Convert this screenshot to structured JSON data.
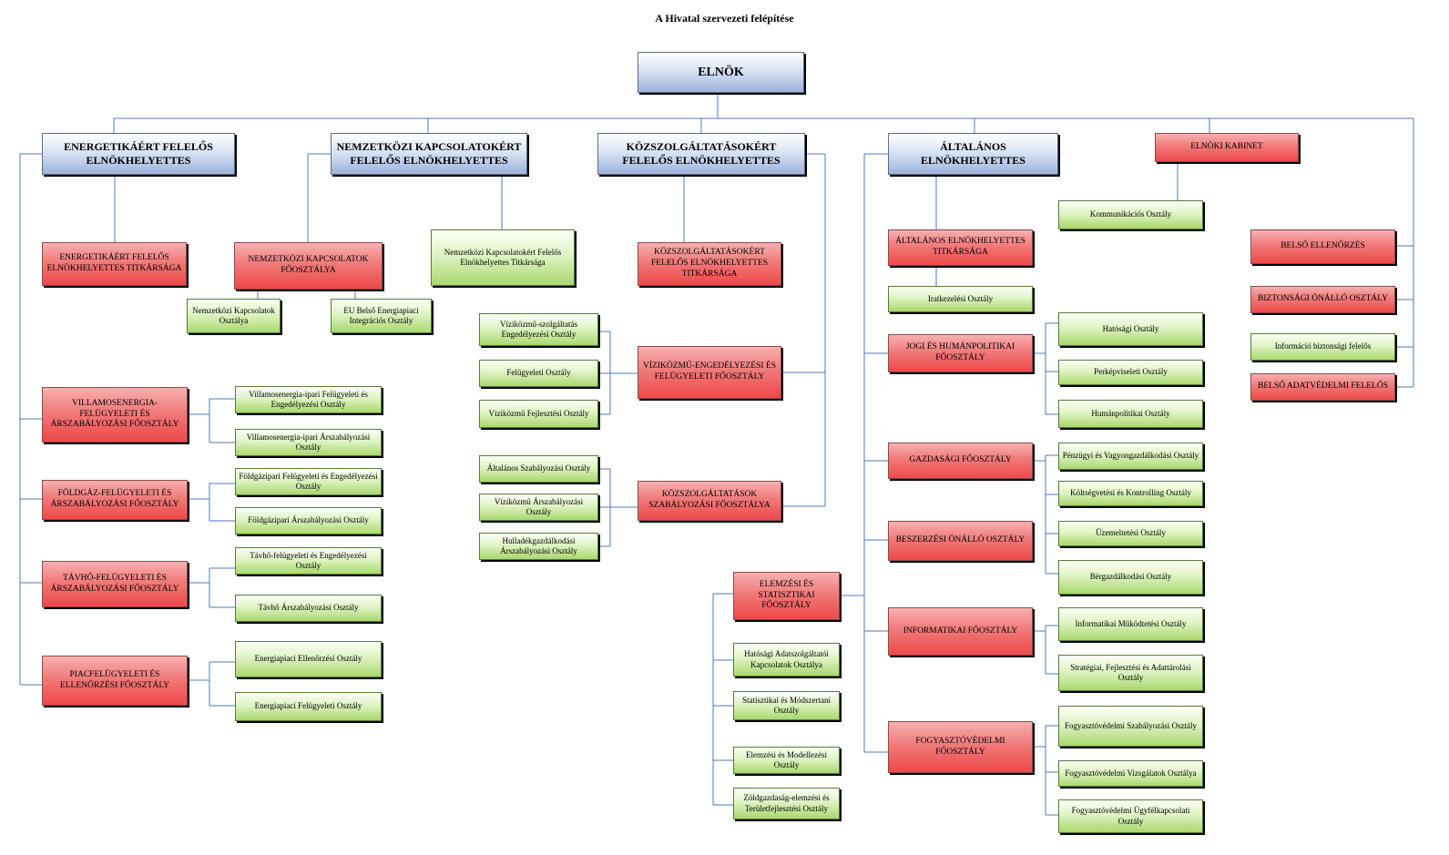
{
  "title": "A Hivatal szervezeti felépítése",
  "nodes": {
    "elnok": "ELNÖK",
    "vp_energia": "ENERGETIKÁÉRT FELELŐS ELNÖKHELYETTES",
    "vp_nemzetkozi": "NEMZETKÖZI KAPCSOLATOKÉRT FELELŐS ELNÖKHELYETTES",
    "vp_kozszolg": "KÖZSZOLGÁLTATÁSOKÉRT FELELŐS ELNÖKHELYETTES",
    "vp_altalanos": "ÁLTALÁNOS ELNÖKHELYETTES",
    "elnoki_kabinet": "ELNÖKI KABINET",
    "kommunikacios": "Kommunikációs Osztály",
    "belso_ellenorzes": "BELSŐ ELLENŐRZÉS",
    "biztonsagi": "BIZTONSÁGI ÖNÁLLÓ OSZTÁLY",
    "informacio_bizt": "Információ biztonsági felelős",
    "adatvedelmi": "BELSŐ ADATVÉDELMI FELELŐS",
    "energia_titkarsag": "ENERGETIKÁÉRT FELELŐS ELNÖKHELYETTES TITKÁRSÁGA",
    "nemzetkozi_foosztaly": "NEMZETKÖZI KAPCSOLATOK FŐOSZTÁLYA",
    "nemzetkozi_osztaly": "Nemzetközi Kapcsolatok Osztálya",
    "eu_belso": "EU Belső Energiapiaci Integrációs Osztály",
    "nemzetkozi_titkarsag": "Nemzetközi Kapcsolatokért Felelős Elnökhelyettes Titkársága",
    "kozszolg_titkarsag": "KÖZSZOLGÁLTATÁSOKÉRT FELELŐS ELNÖKHELYETTES TITKÁRSÁGA",
    "villamos_foosztaly": "VILLAMOSENERGIA-FELÜGYELETI ÉS ÁRSZABÁLYOZÁSI FŐOSZTÁLY",
    "villamos_felugyeleti": "Villamosenergia-ipari Felügyeleti és Engedélyezési Osztály",
    "villamos_arszab": "Villamosenergia-ipari Árszabályozási Osztály",
    "foldgaz_foosztaly": "FÖLDGÁZ-FELÜGYELETI ÉS ÁRSZABÁLYOZÁSI FŐOSZTÁLY",
    "foldgaz_felugyeleti": "Földgázipari Felügyeleti és Engedélyezési Osztály",
    "foldgaz_arszab": "Földgázipari Árszabályozási Osztály",
    "tavho_foosztaly": "TÁVHŐ-FELÜGYELETI ÉS ÁRSZABÁLYOZÁSI FŐOSZTÁLY",
    "tavho_felugyeleti": "Távhő-felügyeleti és Engedélyezési Osztály",
    "tavho_arszab": "Távhő Árszabályozási Osztály",
    "piac_foosztaly": "PIACFELÜGYELETI ÉS ELLENŐRZÉSI FŐOSZTÁLY",
    "piac_ellenorzesi": "Energiapiaci Ellenőrzési Osztály",
    "piac_felugyeleti": "Energiapiaci Felügyeleti Osztály",
    "viz_engedelyezesi": "Víziközmű-szolgáltatás Engedélyezési Osztály",
    "viz_felugyeleti": "Felügyeleti Osztály",
    "viz_fejlesztesi": "Víziközmű Fejlesztési Osztály",
    "viz_foosztaly": "VÍZIKÖZMŰ-ENGEDÉLYEZÉSI ÉS FELÜGYELETI FŐOSZTÁLY",
    "altalanos_szab": "Általános Szabályozási Osztály",
    "viz_arszab": "Víziközmű Árszabályozási Osztály",
    "hulladek": "Hulladékgazdálkodási Árszabályozási Osztály",
    "kozszolg_szab_foosztaly": "KÖZSZOLGÁLTATÁSOK SZABÁLYOZÁSI FŐOSZTÁLYA",
    "elemzesi_foosztaly": "ELEMZÉSI ÉS STATISZTIKAI FŐOSZTÁLY",
    "hatosagi_adat": "Hatósági Adatszolgáltatói Kapcsolatok Osztálya",
    "statisztikai": "Statisztikai és Módszertani Osztály",
    "elemzesi_modell": "Elemzési és Modellezési Osztály",
    "zoldgazdasag": "Zöldgazdaság-elemzési és Területfejlesztési Osztály",
    "altalanos_titkarsag": "ÁLTALÁNOS ELNÖKHELYETTES TITKÁRSÁGA",
    "iratkezelesi": "Iratkezelési Osztály",
    "jogi_foosztaly": "JOGI ÉS HUMÁNPOLITIKAI FŐOSZTÁLY",
    "hatosagi": "Hatósági Osztály",
    "perkepviseleti": "Perképviseleti Osztály",
    "humanpolitikai": "Humánpolitikai Osztály",
    "gazdasagi_foosztaly": "GAZDASÁGI FŐOSZTÁLY",
    "penzugyi": "Pénzügyi és Vagyongazdálkodási Osztály",
    "koltsegvetesi": "Költségvetési és Kontrolling Osztály",
    "uzemeltetesi": "Üzemeltetési Osztály",
    "bergazdalkodasi": "Bérgazdálkodási Osztály",
    "beszerzesi": "BESZERZÉSI ÖNÁLLÓ OSZTÁLY",
    "informatikai_foosztaly": "INFORMATIKAI FŐOSZTÁLY",
    "informatikai_mukodtetesi": "Informatikai Működtetési Osztály",
    "strategiai": "Stratégiai, Fejlesztési és Adattárolási Osztály",
    "fogyasztovedelmi_foosztaly": "FOGYASZTÓVÉDELMI FŐOSZTÁLY",
    "fogy_szab": "Fogyasztóvédelmi Szabályozási Osztály",
    "fogy_vizsgalatok": "Fogyasztóvédelmi Vizsgálatok Osztálya",
    "fogy_ugyfel": "Fogyasztóvédelmi Ügyfélkapcsolati Osztály"
  },
  "colors": {
    "blue": "#9db3dc",
    "red": "#ee4848",
    "green": "#a9d86e",
    "line": "#4f7ab8"
  }
}
